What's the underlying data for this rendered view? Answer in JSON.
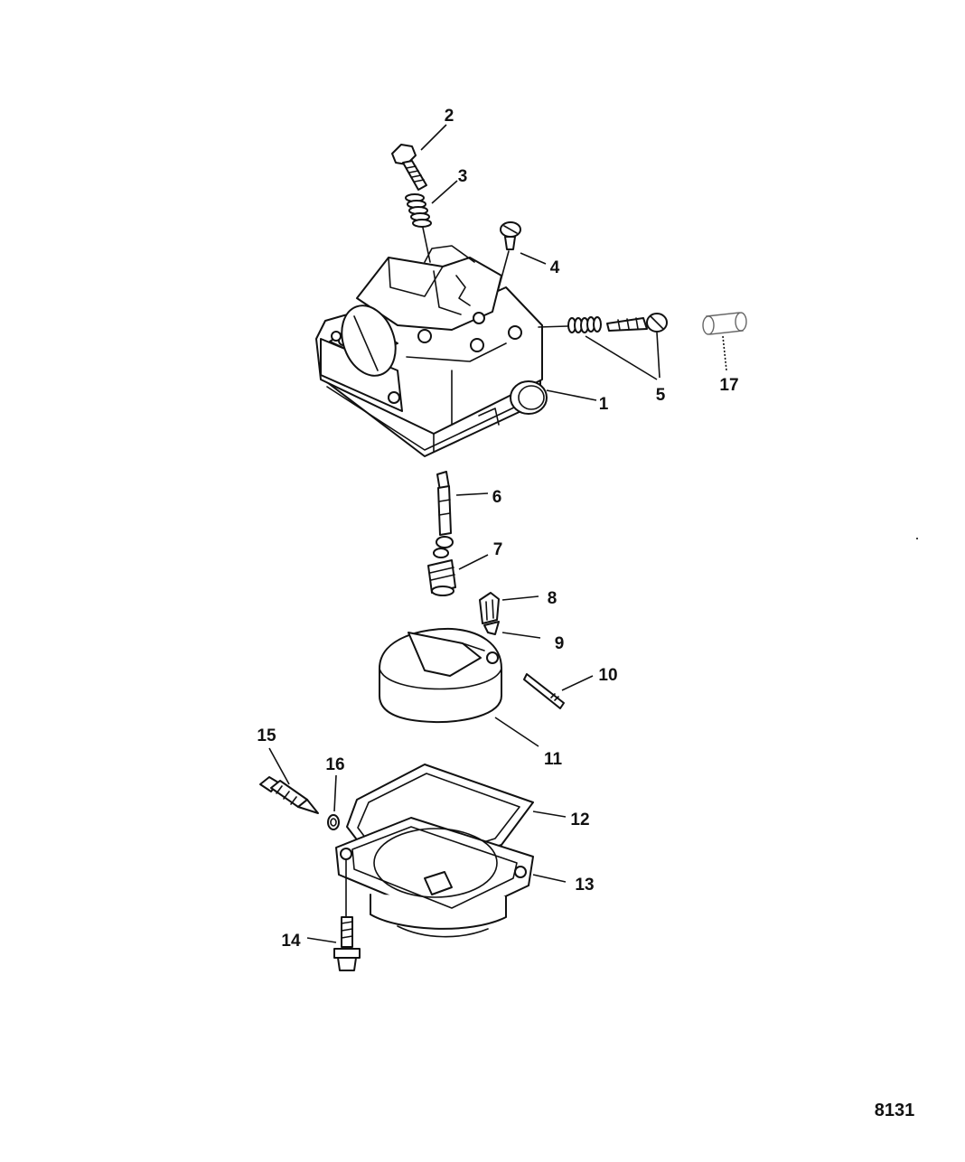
{
  "figure_number": "8131",
  "callouts": [
    {
      "id": "2",
      "label": "2"
    },
    {
      "id": "3",
      "label": "3"
    },
    {
      "id": "4",
      "label": "4"
    },
    {
      "id": "1",
      "label": "1"
    },
    {
      "id": "5",
      "label": "5"
    },
    {
      "id": "17",
      "label": "17"
    },
    {
      "id": "6",
      "label": "6"
    },
    {
      "id": "7",
      "label": "7"
    },
    {
      "id": "8",
      "label": "8"
    },
    {
      "id": "9",
      "label": "9"
    },
    {
      "id": "10",
      "label": "10"
    },
    {
      "id": "11",
      "label": "11"
    },
    {
      "id": "15",
      "label": "15"
    },
    {
      "id": "16",
      "label": "16"
    },
    {
      "id": "12",
      "label": "12"
    },
    {
      "id": "13",
      "label": "13"
    },
    {
      "id": "14",
      "label": "14"
    }
  ]
}
